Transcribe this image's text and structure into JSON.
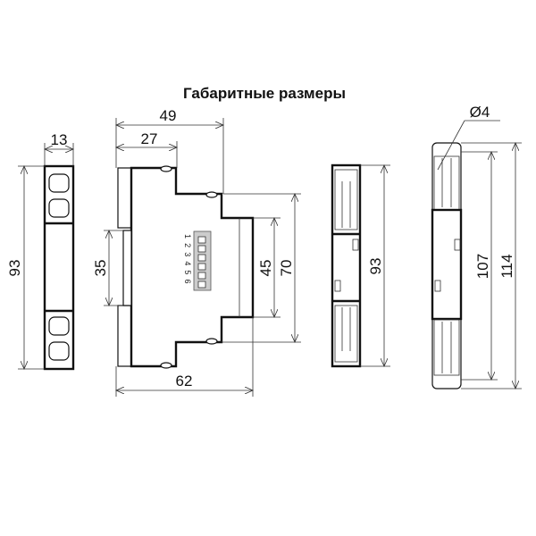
{
  "title": "Габаритные размеры",
  "views": {
    "side_left": {
      "width": "13",
      "height": "93"
    },
    "front": {
      "width_top": "49",
      "width_mid": "27",
      "rail": "35",
      "front_height": "45",
      "body_height": "70",
      "depth": "62",
      "dip_labels": "1 2 3 4 5 6"
    },
    "rear": {
      "height": "93"
    },
    "mounted": {
      "hole": "Ø4",
      "inner_height": "107",
      "outer_height": "114"
    }
  }
}
